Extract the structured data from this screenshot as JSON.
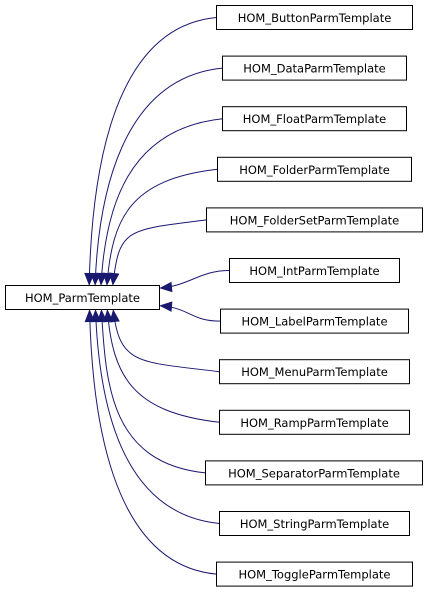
{
  "diagram": {
    "type": "inheritance-graph",
    "colors": {
      "edge": "#191970",
      "node_border": "#000000",
      "node_fill": "#ffffff",
      "text": "#000000"
    },
    "base": {
      "label": "HOM_ParmTemplate"
    },
    "derived": [
      {
        "label": "HOM_ButtonParmTemplate"
      },
      {
        "label": "HOM_DataParmTemplate"
      },
      {
        "label": "HOM_FloatParmTemplate"
      },
      {
        "label": "HOM_FolderParmTemplate"
      },
      {
        "label": "HOM_FolderSetParmTemplate"
      },
      {
        "label": "HOM_IntParmTemplate"
      },
      {
        "label": "HOM_LabelParmTemplate"
      },
      {
        "label": "HOM_MenuParmTemplate"
      },
      {
        "label": "HOM_RampParmTemplate"
      },
      {
        "label": "HOM_SeparatorParmTemplate"
      },
      {
        "label": "HOM_StringParmTemplate"
      },
      {
        "label": "HOM_ToggleParmTemplate"
      }
    ]
  }
}
